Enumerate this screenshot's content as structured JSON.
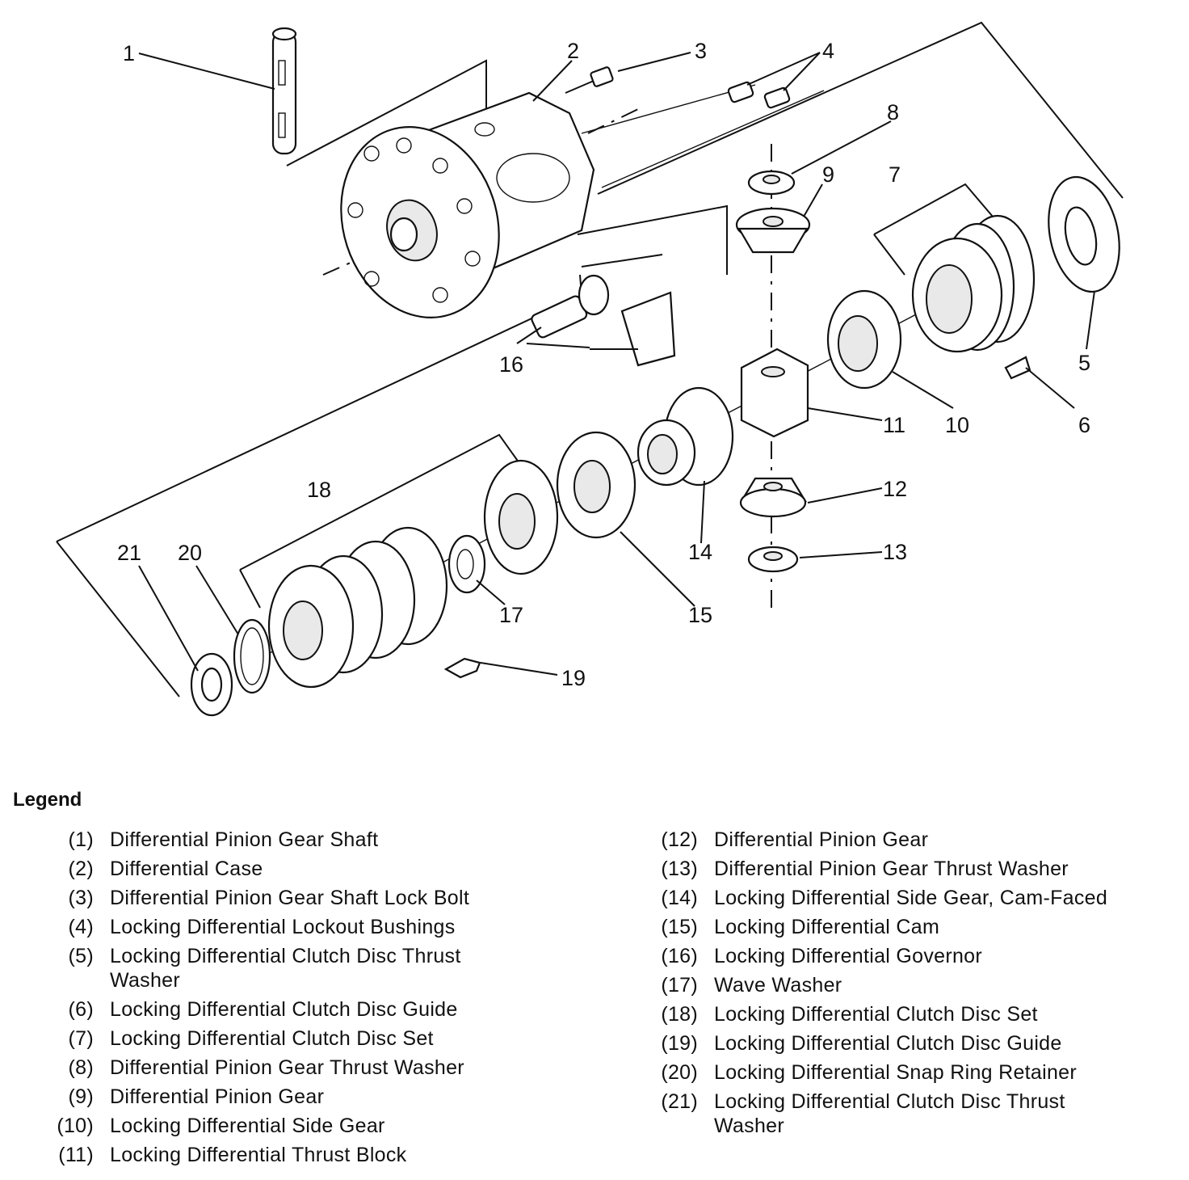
{
  "callouts": [
    "1",
    "2",
    "3",
    "4",
    "5",
    "6",
    "7",
    "8",
    "9",
    "10",
    "11",
    "12",
    "13",
    "14",
    "15",
    "16",
    "17",
    "18",
    "19",
    "20",
    "21"
  ],
  "legend": {
    "title": "Legend",
    "items": [
      {
        "num": "(1)",
        "text": "Differential Pinion Gear Shaft"
      },
      {
        "num": "(2)",
        "text": "Differential Case"
      },
      {
        "num": "(3)",
        "text": "Differential Pinion Gear Shaft Lock Bolt"
      },
      {
        "num": "(4)",
        "text": "Locking Differential Lockout Bushings"
      },
      {
        "num": "(5)",
        "text": "Locking Differential Clutch Disc Thrust Washer"
      },
      {
        "num": "(6)",
        "text": "Locking Differential Clutch Disc Guide"
      },
      {
        "num": "(7)",
        "text": "Locking Differential Clutch Disc Set"
      },
      {
        "num": "(8)",
        "text": "Differential Pinion Gear Thrust Washer"
      },
      {
        "num": "(9)",
        "text": "Differential Pinion Gear"
      },
      {
        "num": "(10)",
        "text": "Locking Differential Side Gear"
      },
      {
        "num": "(11)",
        "text": "Locking Differential Thrust Block"
      },
      {
        "num": "(12)",
        "text": "Differential Pinion Gear"
      },
      {
        "num": "(13)",
        "text": "Differential Pinion Gear Thrust Washer"
      },
      {
        "num": "(14)",
        "text": "Locking Differential Side Gear, Cam-Faced"
      },
      {
        "num": "(15)",
        "text": "Locking Differential Cam"
      },
      {
        "num": "(16)",
        "text": "Locking Differential Governor"
      },
      {
        "num": "(17)",
        "text": "Wave Washer"
      },
      {
        "num": "(18)",
        "text": "Locking Differential Clutch Disc Set"
      },
      {
        "num": "(19)",
        "text": "Locking Differential Clutch Disc Guide"
      },
      {
        "num": "(20)",
        "text": "Locking Differential Snap Ring Retainer"
      },
      {
        "num": "(21)",
        "text": "Locking Differential Clutch Disc Thrust Washer"
      }
    ]
  }
}
